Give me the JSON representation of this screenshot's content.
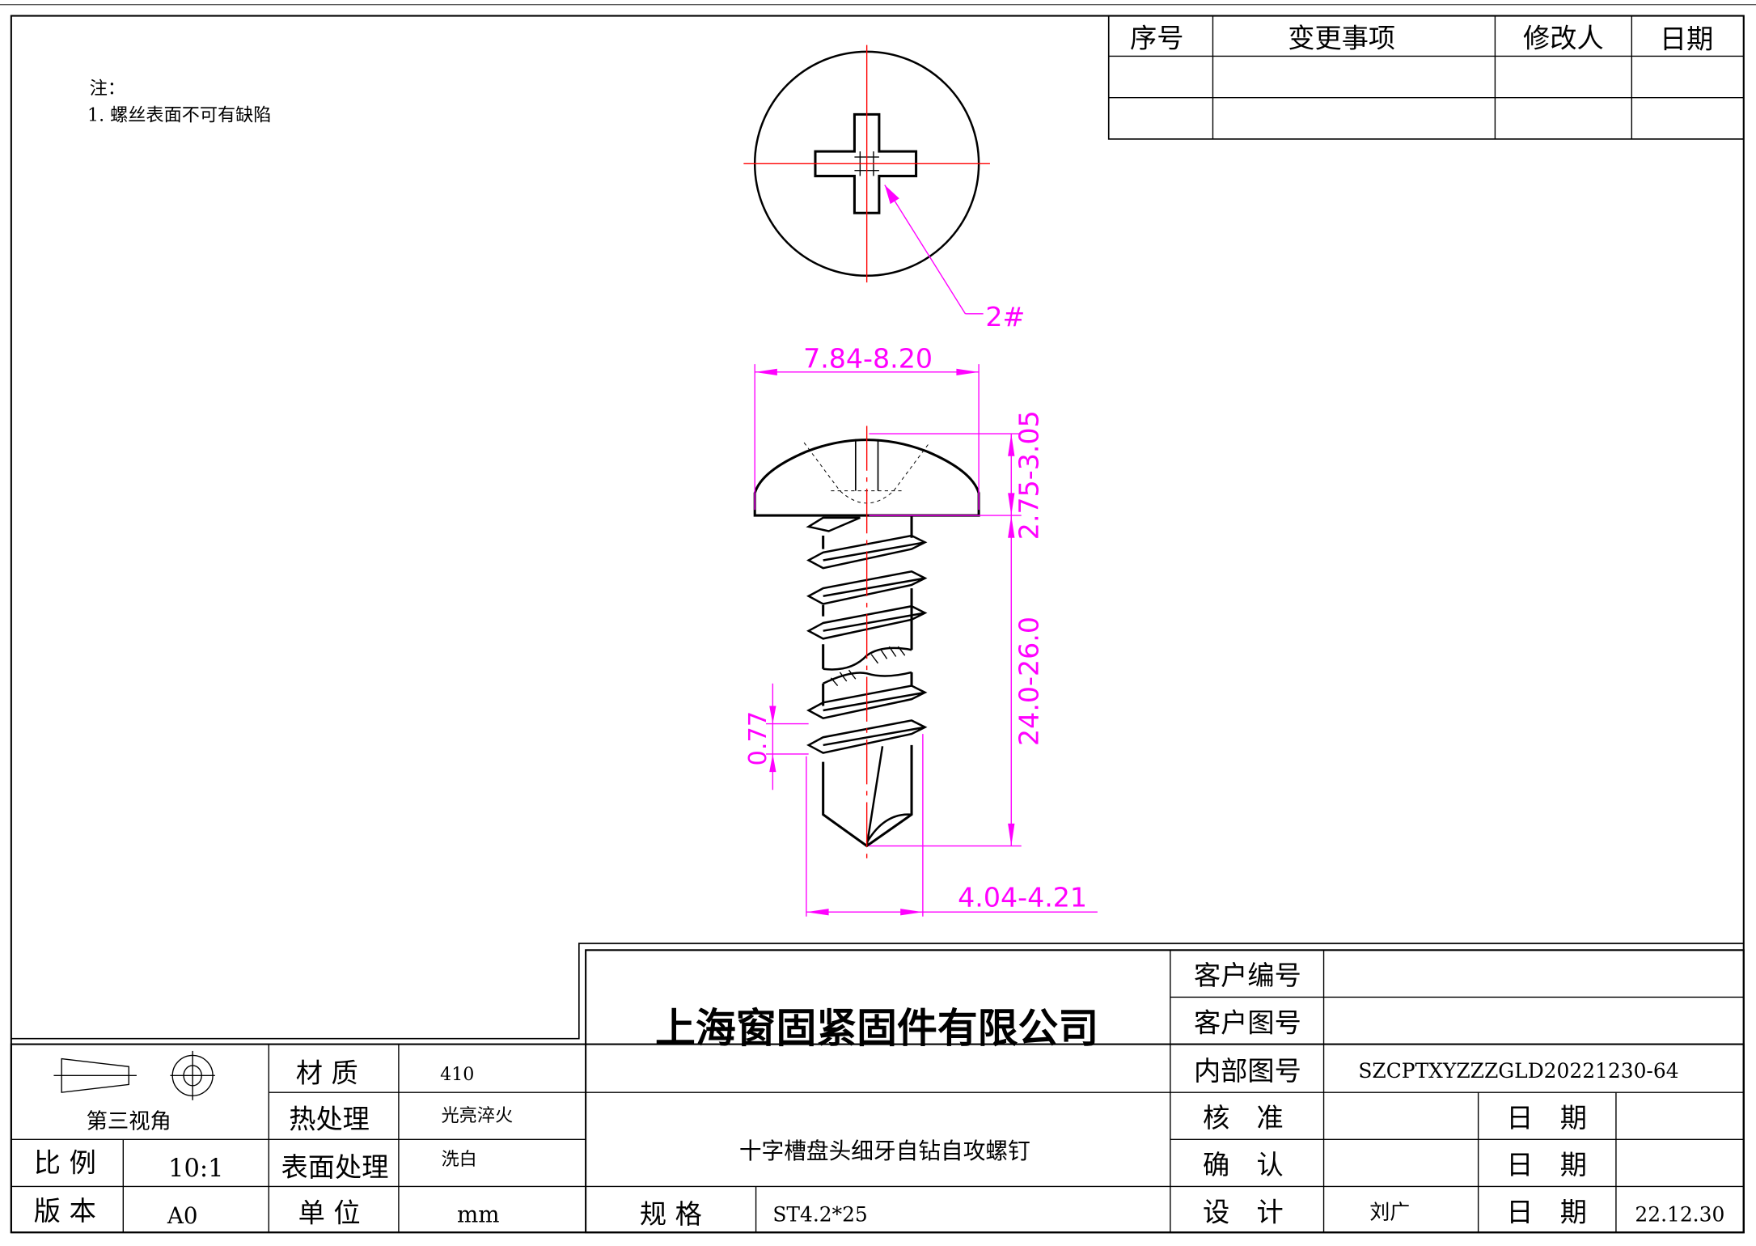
{
  "notes": {
    "title": "注：",
    "items": [
      "1. 螺丝表面不可有缺陷"
    ]
  },
  "revision_table": {
    "headers": [
      "序号",
      "变更事项",
      "修改人",
      "日期"
    ],
    "rows": [
      [
        "",
        "",
        "",
        ""
      ],
      [
        "",
        "",
        "",
        ""
      ]
    ]
  },
  "drawing": {
    "phillips_label": "2#",
    "dimensions": {
      "head_diameter": "7.84-8.20",
      "head_height": "2.75-3.05",
      "length": "24.0-26.0",
      "thread_pitch": "0.77",
      "thread_diameter": "4.04-4.21"
    },
    "colors": {
      "dimension": "#ff00ff",
      "centerline": "#ff0000",
      "outline": "#000000"
    }
  },
  "title_block": {
    "projection_label": "第三视角",
    "material_label": "材 质",
    "material": "410",
    "heat_treatment_label": "热处理",
    "heat_treatment": "光亮淬火",
    "surface_label": "表面处理",
    "surface": "洗白",
    "scale_label": "比 例",
    "scale": "10:1",
    "version_label": "版 本",
    "version": "A0",
    "unit_label": "单 位",
    "unit": "mm",
    "company": "上海窗固紧固件有限公司",
    "product_name": "十字槽盘头细牙自钻自攻螺钉",
    "spec_label": "规 格",
    "spec": "ST4.2*25",
    "customer_no_label": "客户编号",
    "customer_no": "",
    "customer_drawing_label": "客户图号",
    "customer_drawing": "",
    "internal_drawing_label": "内部图号",
    "internal_drawing": "SZCPTXYZZZGLD20221230-64",
    "approve_label": "核　准",
    "approve": "",
    "confirm_label": "确　认",
    "confirm": "",
    "design_label": "设　计",
    "designer": "刘广",
    "date_label": "日　期",
    "approve_date": "",
    "confirm_date": "",
    "design_date": "22.12.30"
  }
}
